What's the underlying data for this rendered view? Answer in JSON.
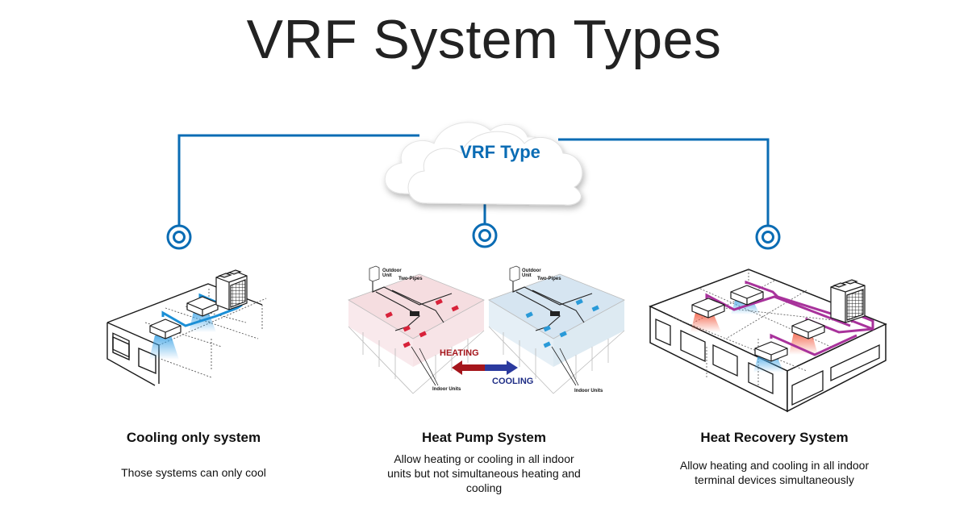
{
  "title": "VRF System Types",
  "root": {
    "label": "VRF Type"
  },
  "colors": {
    "accent_blue": "#0a6cb4",
    "cooling_pipe": "#1b8fd6",
    "heat_recovery_pipe": "#a8329b",
    "heating_arrow": "#a5151b",
    "cooling_arrow": "#2b3a9e",
    "heating_text": "#a5151b",
    "cooling_text": "#1f2e86"
  },
  "systems": [
    {
      "name": "Cooling only system",
      "description": "Those systems can only cool"
    },
    {
      "name": "Heat Pump System",
      "description_lines": [
        "Allow heating or cooling in all indoor",
        "units but not simultaneous heating and",
        "cooling"
      ],
      "diagram_labels": {
        "outdoor_unit": [
          "Outdoor",
          "Unit"
        ],
        "two_pipes": "Two-Pipes",
        "indoor_units": "Indoor Units",
        "heating": "HEATING",
        "cooling": "COOLING"
      }
    },
    {
      "name": "Heat Recovery System",
      "description_lines": [
        "Allow heating and cooling in all indoor",
        "terminal devices simultaneously"
      ]
    }
  ]
}
